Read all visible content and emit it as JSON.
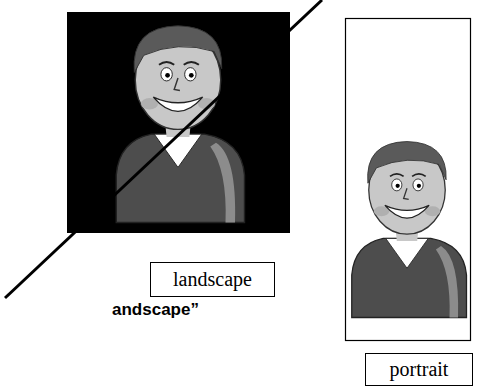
{
  "diagram": {
    "nodes": [
      {
        "text": [
          "landscape"
        ]
      },
      {
        "text": [
          "portrait"
        ]
      }
    ],
    "labels": [
      "andscape”"
    ]
  }
}
